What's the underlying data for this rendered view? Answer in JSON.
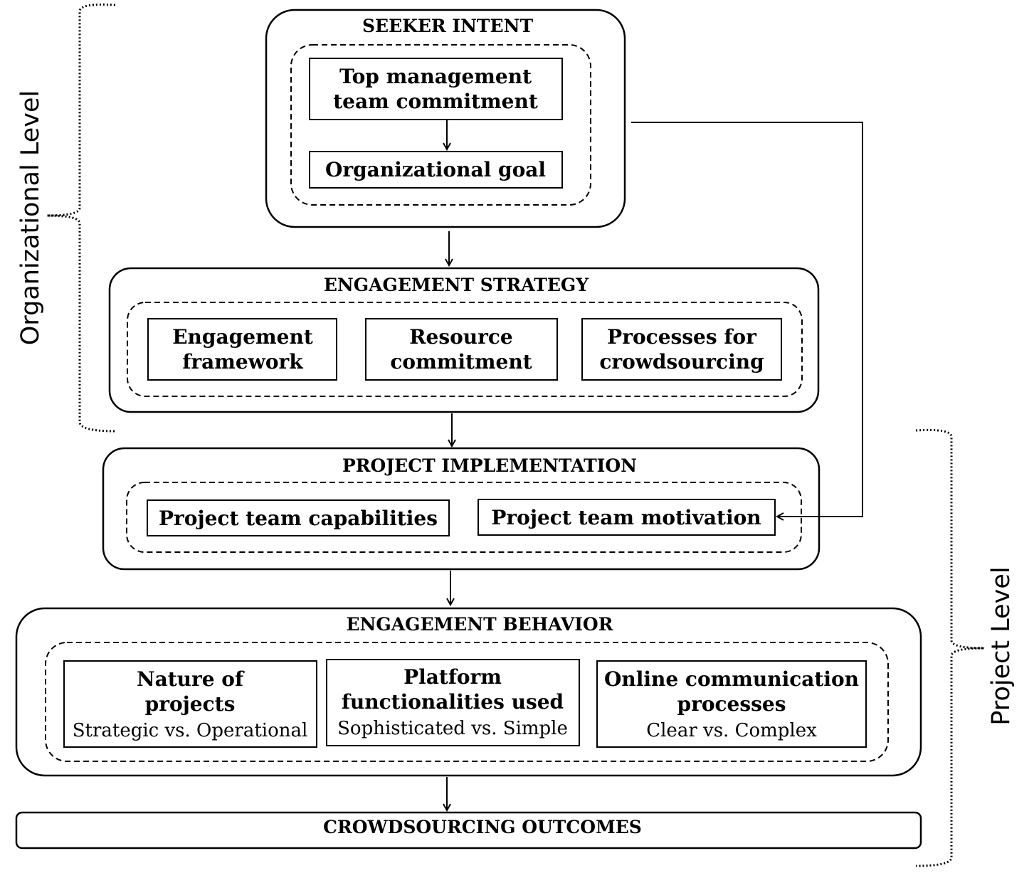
{
  "side_labels": {
    "organizational": "Organizational Level",
    "project": "Project Level"
  },
  "seeker_intent": {
    "title": "SEEKER INTENT",
    "top_management": [
      "Top management",
      "team commitment"
    ],
    "organizational_goal": "Organizational goal"
  },
  "engagement_strategy": {
    "title": "ENGAGEMENT  STRATEGY",
    "engagement_framework": [
      "Engagement",
      "framework"
    ],
    "resource_commitment": [
      "Resource",
      "commitment"
    ],
    "processes": [
      "Processes for",
      "crowdsourcing"
    ]
  },
  "project_implementation": {
    "title": "PROJECT  IMPLEMENTATION",
    "capabilities": "Project team capabilities",
    "motivation": "Project team motivation"
  },
  "engagement_behavior": {
    "title": "ENGAGEMENT BEHAVIOR",
    "nature": [
      "Nature  of",
      "projects"
    ],
    "nature_sub": "Strategic vs. Operational",
    "platform": [
      "Platform",
      "functionalities used"
    ],
    "platform_sub": "Sophisticated vs. Simple",
    "communication": [
      "Online communication",
      "processes"
    ],
    "communication_sub": "Clear vs. Complex"
  },
  "outcomes": {
    "title": "CROWDSOURCING OUTCOMES"
  }
}
